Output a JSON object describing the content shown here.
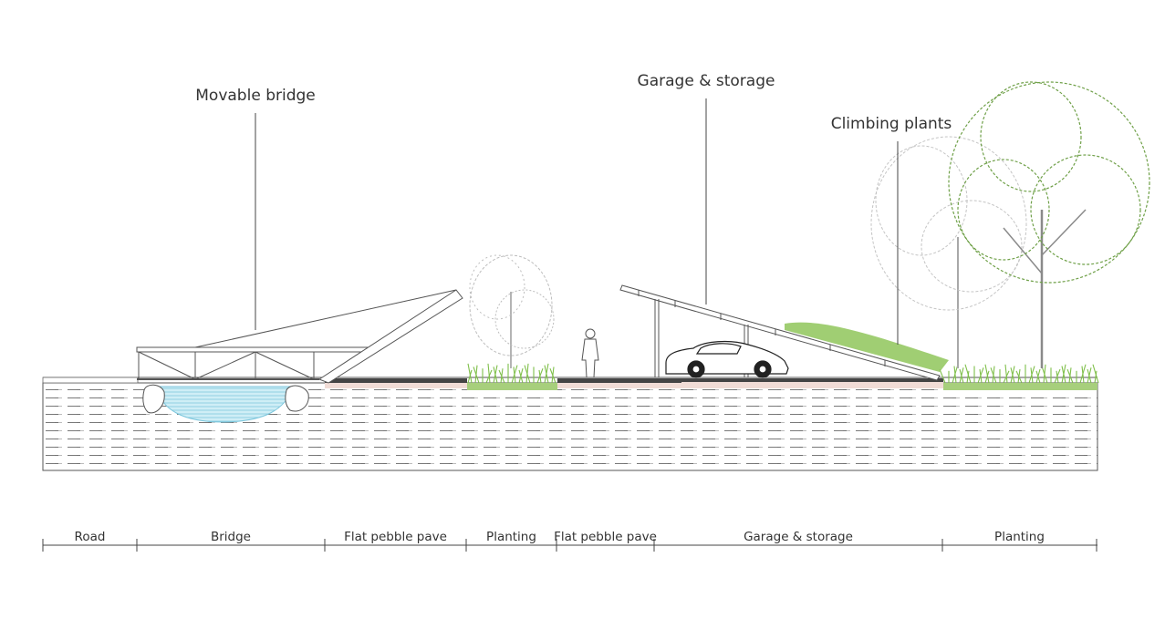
{
  "callouts": {
    "bridge": "Movable bridge",
    "garage": "Garage & storage",
    "climbing": "Climbing plants"
  },
  "segments": [
    {
      "label": "Road"
    },
    {
      "label": "Bridge"
    },
    {
      "label": "Flat pebble pave"
    },
    {
      "label": "Planting"
    },
    {
      "label": "Flat pebble pave"
    },
    {
      "label": "Garage & storage"
    },
    {
      "label": "Planting"
    }
  ],
  "colors": {
    "line": "#555555",
    "grass": "#7fbf4a",
    "tree_green": "#6fa048",
    "tree_grey": "#bdbdbd",
    "water": "#9fd6e6",
    "gravel": "#c97a6a"
  },
  "icons": [
    "person-figure",
    "car",
    "tree",
    "grass",
    "boulder"
  ]
}
